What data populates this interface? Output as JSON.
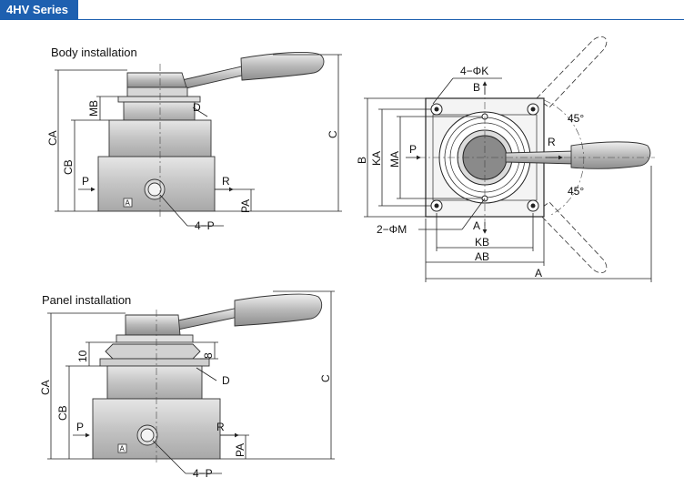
{
  "title": "4HV Series",
  "sections": {
    "body": "Body installation",
    "panel": "Panel installation"
  },
  "body_view": {
    "mb": "MB",
    "d": "D",
    "ca": "CA",
    "cb": "CB",
    "c": "C",
    "p": "P",
    "r": "R",
    "pa": "PA",
    "port": "4−P",
    "port_mark": "A"
  },
  "panel_view": {
    "d10": "10",
    "d8": "8",
    "d": "D",
    "ca": "CA",
    "cb": "CB",
    "c": "C",
    "p": "P",
    "r": "R",
    "pa": "PA",
    "port": "4−P",
    "port_mark": "A"
  },
  "top_view": {
    "holes": "4−ΦK",
    "b_top": "B",
    "b": "B",
    "ka": "KA",
    "ma": "MA",
    "p": "P",
    "r": "R",
    "angle_top": "45°",
    "angle_bottom": "45°",
    "a_bottom": "A",
    "m": "2−ΦM",
    "kb": "KB",
    "ab": "AB",
    "a": "A"
  },
  "colors": {
    "accent": "#1e60b0",
    "body_fill": "#c8c8c8",
    "line": "#222222"
  }
}
